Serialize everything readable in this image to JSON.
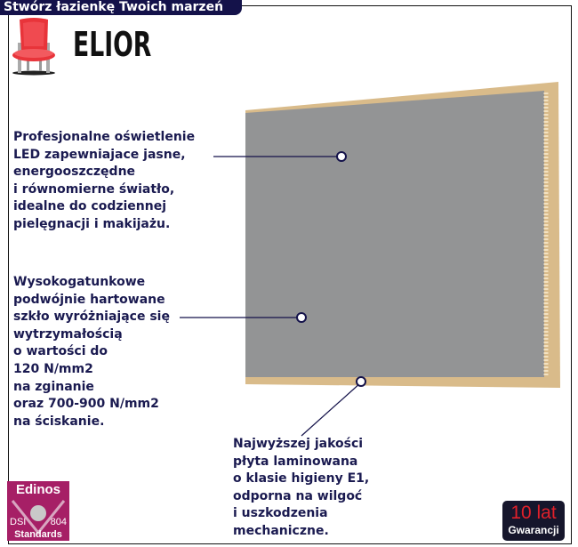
{
  "header": {
    "title": "Stwórz łazienkę Twoich marzeń"
  },
  "brand": {
    "name": "ELIOR",
    "icon": "chair-icon"
  },
  "features": [
    {
      "lines": [
        "Profesjonalne oświetlenie",
        "LED zapewniajace jasne,",
        "energooszczędne",
        "i równomierne światło,",
        "idealne do codziennej",
        "pielęgnacji i makijażu."
      ]
    },
    {
      "lines": [
        "Wysokogatunkowe",
        "podwójnie hartowane",
        "szkło wyróżniające się",
        "wytrzymałością",
        "o wartości do",
        "120 N/mm2",
        "na zginanie",
        "oraz 700-900 N/mm2",
        "na ściskanie."
      ]
    },
    {
      "lines": [
        "Najwyższej jakości",
        "płyta laminowana",
        "o klasie higieny E1,",
        "odporna na wilgoć",
        "i uszkodzenia",
        "mechaniczne."
      ]
    }
  ],
  "badges": {
    "edinos": {
      "top": "Edinos",
      "left": "DSI",
      "right": "804",
      "bottom": "Standards"
    },
    "warranty": {
      "years": "10 lat",
      "label": "Gwarancji"
    }
  },
  "colors": {
    "navy": "#14124a",
    "text": "#1a1a50",
    "mirror": "#939495",
    "wood": "#d9bb8a",
    "edinos": "#a61f66",
    "warranty_red": "#e0202a"
  }
}
